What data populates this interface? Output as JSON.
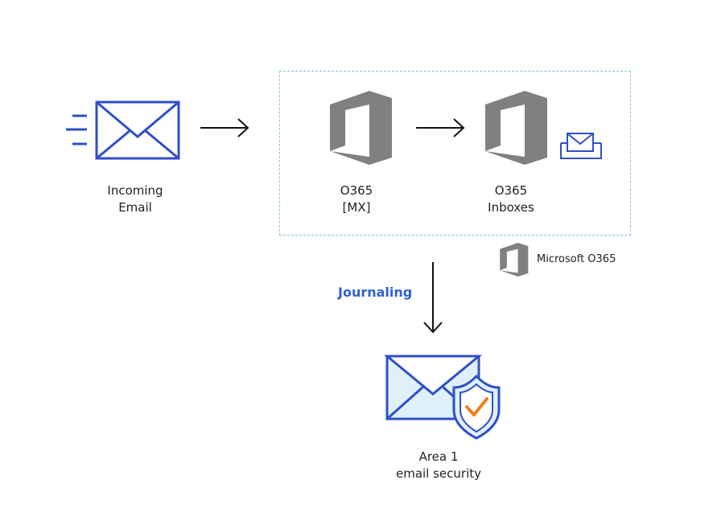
{
  "diagram": {
    "incoming_email": {
      "line1": "Incoming",
      "line2": "Email"
    },
    "o365_mx": {
      "line1": "O365",
      "line2": "[MX]"
    },
    "o365_inboxes": {
      "line1": "O365",
      "line2": "Inboxes"
    },
    "microsoft_o365": "Microsoft O365",
    "journaling": "Journaling",
    "area1": {
      "line1": "Area 1",
      "line2": "email security"
    }
  },
  "colors": {
    "envelope_blue": "#2f4fc8",
    "office_gray": "#808080",
    "journaling_blue": "#2f5fd0",
    "dashed_border": "#7cc3d6",
    "check_orange": "#f07e1e",
    "envelope_fill_light": "#dff0f8"
  }
}
